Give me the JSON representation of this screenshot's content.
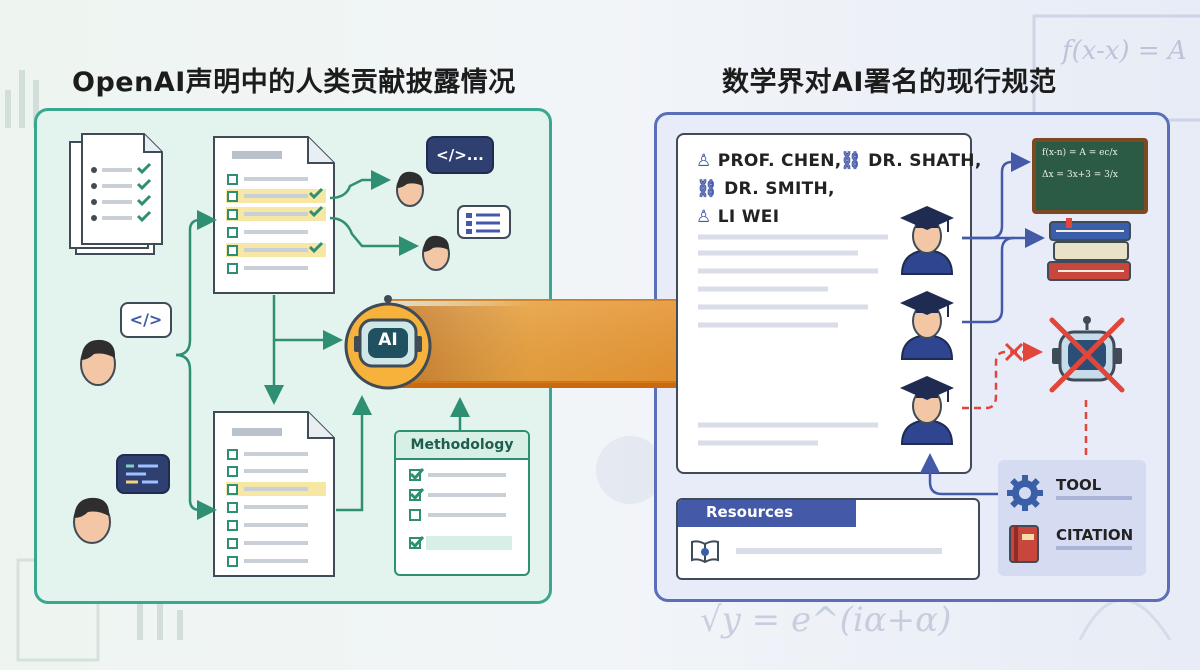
{
  "left_section": {
    "title": "OpenAI声明中的人类贡献披露情况",
    "methodology_label": "Methodology",
    "ai_badge": "AI",
    "code_symbol": "</>",
    "code_symbol_dots": "</>..."
  },
  "right_section": {
    "title": "数学界对AI署名的现行规范",
    "authors": [
      "PROF. CHEN,",
      "DR. SHATH,",
      "DR. SMITH,",
      "LI WEI"
    ],
    "resources_label": "Resources",
    "tool_label": "TOOL",
    "citation_label": "CITATION",
    "board_formula": "f(x-n) = A = ec/x",
    "board_formula_2": "Δx = 3x+3 = 3/x"
  },
  "background_math": {
    "formula_top_right": "f(x-x) = A",
    "formula_bottom": "√y = e^(iα+α)"
  },
  "colors": {
    "left_accent": "#3aa890",
    "right_accent": "#5b6fb8",
    "arrow_orange": "#f59a2b",
    "highlight_yellow": "#f7e7a4",
    "cross_red": "#e0463a"
  }
}
